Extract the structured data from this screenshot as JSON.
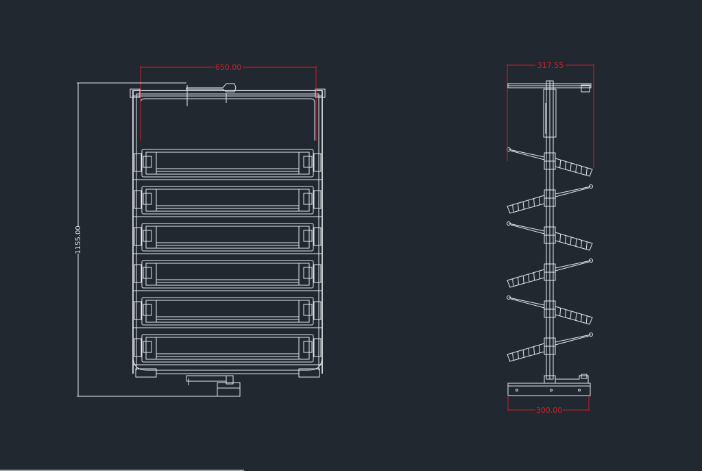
{
  "colors": {
    "background": "#212830",
    "geometry": "#e8ecef",
    "dimension_red": "#d0202a"
  },
  "front_view": {
    "width_dimension": "650.00",
    "height_dimension": "1155.00",
    "basket_count": 6
  },
  "side_view": {
    "top_dimension": "317.55",
    "base_dimension": "300.00",
    "arm_count": 6
  }
}
